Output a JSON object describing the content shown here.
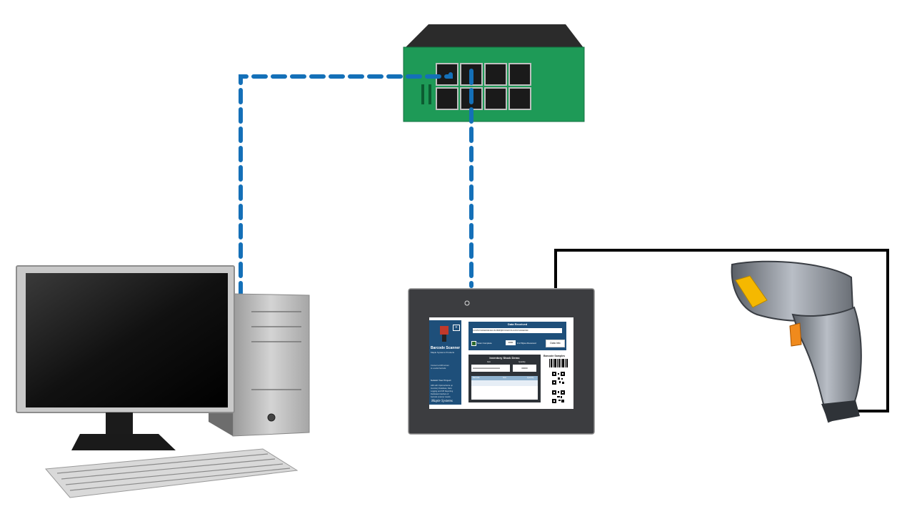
{
  "diagram": {
    "nodes": {
      "switch": {
        "name": "network-switch",
        "port_count": 8,
        "color": "#1e9a57"
      },
      "computer": {
        "name": "desktop-computer"
      },
      "hmi": {
        "name": "hmi-touchscreen"
      },
      "scanner": {
        "name": "barcode-scanner",
        "accent": "#f5b800",
        "trigger": "#f08a1c"
      }
    },
    "edges": [
      {
        "from": "computer",
        "to": "switch",
        "style": "dashed",
        "color": "#1470b8",
        "kind": "ethernet"
      },
      {
        "from": "hmi",
        "to": "switch",
        "style": "dashed",
        "color": "#1470b8",
        "kind": "ethernet"
      },
      {
        "from": "scanner",
        "to": "hmi",
        "style": "solid",
        "color": "#000000",
        "kind": "serial-cable"
      }
    ]
  },
  "hmi_screen": {
    "sidebar": {
      "title": "Barcode Scanner",
      "subtitle": "Maple Systems Products",
      "lines": [
        "Connect a HMI screen",
        "to a serial barcode"
      ],
      "section": "Submit Your Project",
      "body": [
        "HMI with Optional Extra up",
        "Inventory Database, Data",
        "Logging and KPI Reporting",
        "Dedicated interface of",
        "barcode scanner results"
      ],
      "logo": "Maple Systems"
    },
    "data_received": {
      "title": "Data Received",
      "value": "1234567890ABCDEFGHIJKLMNOPQRSTUVWXYZ1234567890ABCDEF",
      "scan_complete_label": "Scan Complete",
      "count": "0000",
      "bytes_label": "# of Bytes Received",
      "button": "Data Info"
    },
    "inventory": {
      "title": "Inventory Stock Demo",
      "col_item": "Item",
      "col_qty": "Quantity",
      "item_value": "AAAAAAAAAAAAAAAAAAA",
      "qty_value": "00000",
      "table_headers": [
        "Barcode",
        "Item",
        "Quantity"
      ]
    },
    "samples_label": "Barcode Samples"
  }
}
